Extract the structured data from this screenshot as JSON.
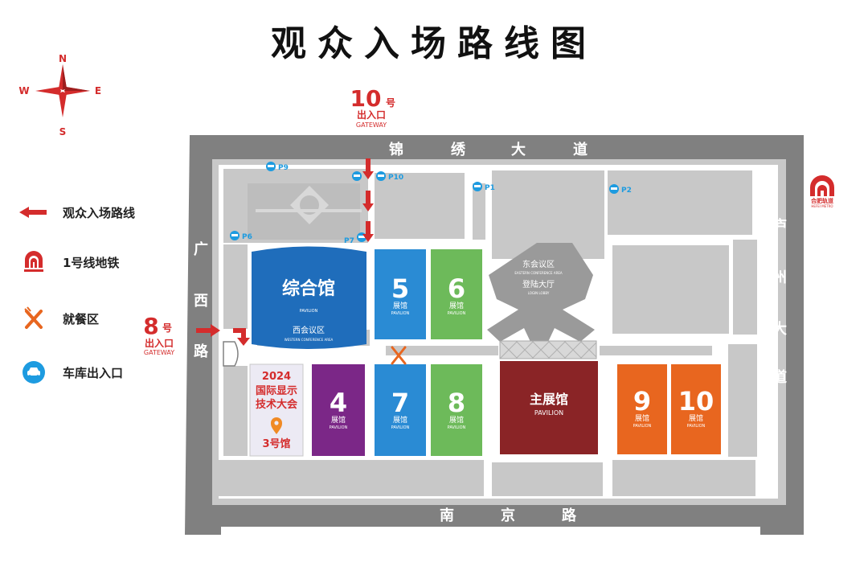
{
  "title": "观众入场路线图",
  "compass": {
    "n": "N",
    "s": "S",
    "w": "W",
    "e": "E"
  },
  "legend": {
    "route": "观众入场路线",
    "metro": "1号线地铁",
    "dining": "就餐区",
    "parking": "车库出入口"
  },
  "gates": {
    "gate10": {
      "number": "10",
      "suffix": "号",
      "label": "出入口",
      "en": "GATEWAY"
    },
    "gate8": {
      "number": "8",
      "suffix": "号",
      "label": "出入口",
      "en": "GATEWAY"
    }
  },
  "roads": {
    "north": [
      "锦",
      "绣",
      "大",
      "道"
    ],
    "south": [
      "南",
      "京",
      "路"
    ],
    "west": [
      "广",
      "西",
      "路"
    ],
    "east": [
      "庐",
      "州",
      "大",
      "道"
    ]
  },
  "parking": [
    "P9",
    "P10",
    "P1",
    "P2",
    "P6",
    "P7"
  ],
  "metro_logo": {
    "cn": "合肥轨道",
    "en": "HEFEI METRO"
  },
  "halls": {
    "zonghe": {
      "name": "综合馆",
      "en": "PAVILION",
      "sub": "西会议区",
      "sub_en": "WESTERN CONFERENCE AREA"
    },
    "h5": {
      "num": "5",
      "cn": "展馆",
      "en": "PAVILION"
    },
    "h6": {
      "num": "6",
      "cn": "展馆",
      "en": "PAVILION"
    },
    "h4": {
      "num": "4",
      "cn": "展馆",
      "en": "PAVILION"
    },
    "h7": {
      "num": "7",
      "cn": "展馆",
      "en": "PAVILION"
    },
    "h8": {
      "num": "8",
      "cn": "展馆",
      "en": "PAVILION"
    },
    "h9": {
      "num": "9",
      "cn": "展馆",
      "en": "PAVILION"
    },
    "h10": {
      "num": "10",
      "cn": "展馆",
      "en": "PAVILION"
    },
    "main": {
      "name": "主展馆",
      "en": "PAVILION"
    },
    "east": {
      "name": "东会议区",
      "en": "EASTERN CONFERENCE AREA",
      "lobby": "登陆大厅",
      "lobby_en": "LOGIN LOBBY"
    },
    "event": {
      "year": "2024",
      "line1": "国际显示",
      "line2": "技术大会",
      "hall": "3号馆"
    }
  },
  "colors": {
    "road": "#808080",
    "block": "#c8c8c8",
    "lot": "#bdbdbd",
    "blue_dark": "#1f6dbb",
    "blue": "#2a8bd4",
    "green": "#6dba5a",
    "purple": "#7b2787",
    "red_main": "#8a2426",
    "orange": "#e8661f",
    "accent_red": "#d42c2c",
    "park_blue": "#1d9be0"
  }
}
